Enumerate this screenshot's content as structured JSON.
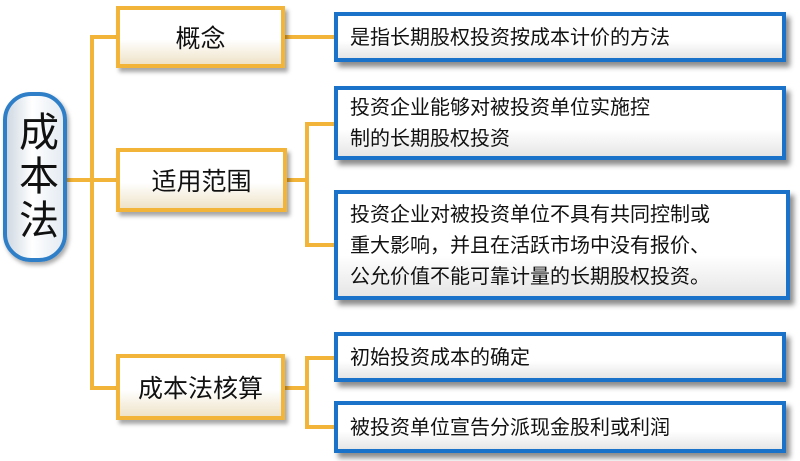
{
  "root": {
    "label": "成本法"
  },
  "categories": [
    {
      "label": "概念"
    },
    {
      "label": "适用范围"
    },
    {
      "label": "成本法核算"
    }
  ],
  "leaves": [
    {
      "text": "是指长期股权投资按成本计价的方法"
    },
    {
      "text": "投资企业能够对被投资单位实施控\n制的长期股权投资"
    },
    {
      "text": "投资企业对被投资单位不具有共同控制或\n重大影响，并且在活跃市场中没有报价、\n公允价值不能可靠计量的长期股权投资。"
    },
    {
      "text": "初始投资成本的确定"
    },
    {
      "text": "被投资单位宣告分派现金股利或利润"
    }
  ],
  "colors": {
    "connector": "#f3b43a",
    "category_border": "#f3b43a",
    "leaf_border": "#1a73c9",
    "root_border": "#2e7fc8"
  }
}
